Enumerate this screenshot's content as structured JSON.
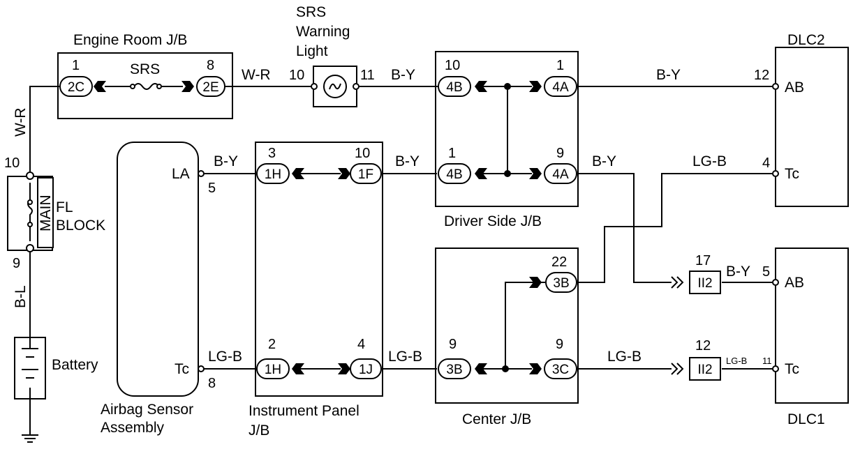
{
  "components": {
    "engine_room_jb": "Engine Room J/B",
    "srs_fuse": "SRS",
    "srs_warning_light": [
      "SRS",
      "Warning",
      "Light"
    ],
    "dlc2": "DLC2",
    "dlc1": "DLC1",
    "fl_block": [
      "FL",
      "BLOCK"
    ],
    "main": "MAIN",
    "battery": "Battery",
    "airbag_sensor": [
      "Airbag Sensor",
      "Assembly"
    ],
    "instrument_panel_jb": [
      "Instrument Panel",
      "J/B"
    ],
    "driver_side_jb": "Driver Side J/B",
    "center_jb": "Center J/B"
  },
  "connectors": {
    "c2C": "2C",
    "c2E": "2E",
    "c4B_top": "4B",
    "c4A_top": "4A",
    "c1H_top": "1H",
    "c1F": "1F",
    "c4B_mid": "4B",
    "c4A_mid": "4A",
    "c3B_top": "3B",
    "c1H_bot": "1H",
    "c1J": "1J",
    "c3B_bot": "3B",
    "c3C": "3C",
    "cII2_top": "II2",
    "cII2_bot": "II2"
  },
  "pins": {
    "p1": "1",
    "p8": "8",
    "p10_light": "10",
    "p11_light": "11",
    "p10_drv": "10",
    "p1_drv": "1",
    "p12_dlc2": "12",
    "p10_left": "10",
    "p9_left": "9",
    "p5_la": "5",
    "p8_tc": "8",
    "p3_ip": "3",
    "p10_ip": "10",
    "p1_drv2": "1",
    "p9_drv2": "9",
    "p4_dlc2": "4",
    "p22": "22",
    "p17": "17",
    "p5_dlc1": "5",
    "p2_ip": "2",
    "p4_ip": "4",
    "p9_c1": "9",
    "p9_c2": "9",
    "p12_dlc1": "12",
    "p11_dlc1": "11"
  },
  "terminals": {
    "ab_dlc2": "AB",
    "tc_dlc2": "Tc",
    "ab_dlc1": "AB",
    "tc_dlc1": "Tc",
    "la": "LA",
    "tc_air": "Tc"
  },
  "wires": {
    "w_r_left": "W-R",
    "w_r_top": "W-R",
    "b_l": "B-L",
    "b_y_1": "B-Y",
    "b_y_2": "B-Y",
    "b_y_3": "B-Y",
    "b_y_4": "B-Y",
    "b_y_5": "B-Y",
    "b_y_6": "B-Y",
    "lg_b_1": "LG-B",
    "lg_b_2": "LG-B",
    "lg_b_3": "LG-B",
    "lg_b_4": "LG-B",
    "lg_b_small": "LG-B"
  }
}
